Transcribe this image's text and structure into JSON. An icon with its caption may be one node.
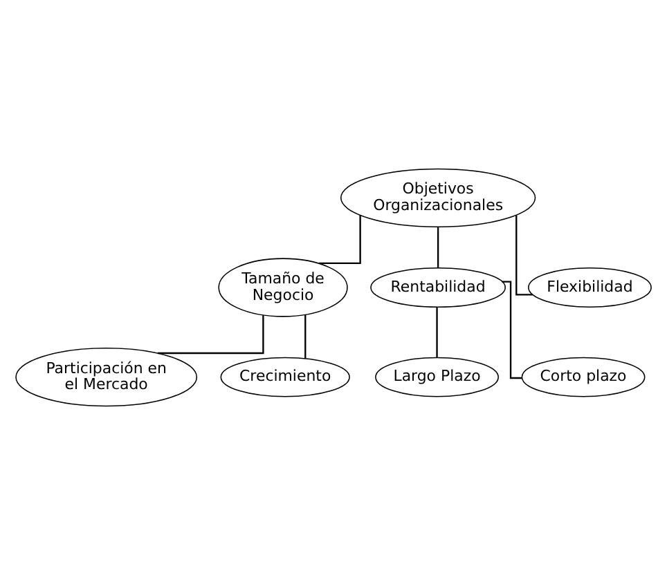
{
  "diagram": {
    "nodes": [
      {
        "text": [
          "Objetivos Organizacionales"
        ]
      },
      {
        "text": [
          "Tamaño de Negocio"
        ]
      },
      {
        "text": [
          "Rentabilidad"
        ]
      },
      {
        "text": [
          "Flexibilidad"
        ]
      },
      {
        "text": [
          "Participación en el Mercado"
        ]
      },
      {
        "text": [
          "Crecimiento"
        ]
      },
      {
        "text": [
          "Largo Plazo"
        ]
      },
      {
        "text": [
          "Corto plazo"
        ]
      }
    ],
    "edges": [
      {
        "from": 0,
        "to": 1,
        "arrow": "none"
      },
      {
        "from": 0,
        "to": 2,
        "arrow": "none"
      },
      {
        "from": 0,
        "to": 3,
        "arrow": "none"
      },
      {
        "from": 1,
        "to": 4,
        "arrow": "none"
      },
      {
        "from": 1,
        "to": 5,
        "arrow": "none"
      },
      {
        "from": 2,
        "to": 6,
        "arrow": "none"
      },
      {
        "from": 2,
        "to": 7,
        "arrow": "none"
      }
    ]
  }
}
